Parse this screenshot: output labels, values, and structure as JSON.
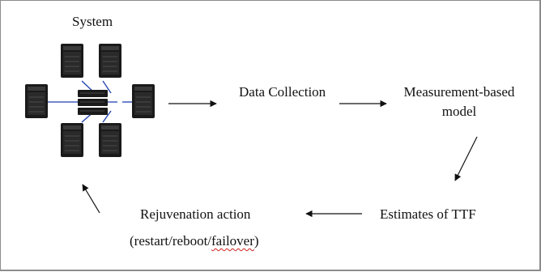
{
  "diagram": {
    "system_label": "System",
    "data_collection_label": "Data Collection",
    "model_label_line1": "Measurement-based",
    "model_label_line2": "model",
    "estimates_label": "Estimates of TTF",
    "rejuvenation_label": "Rejuvenation action",
    "rejuvenation_detail_prefix": "(restart/reboot/",
    "rejuvenation_detail_underlined": "failover",
    "rejuvenation_detail_suffix": ")"
  },
  "colors": {
    "link_blue": "#1f3fb0",
    "server_dark": "#1a1a1a",
    "arrow": "#111111",
    "spellcheck_underline": "#d02020"
  },
  "icons": [
    "server-icon",
    "network-switch-icon",
    "arrow-icon"
  ]
}
